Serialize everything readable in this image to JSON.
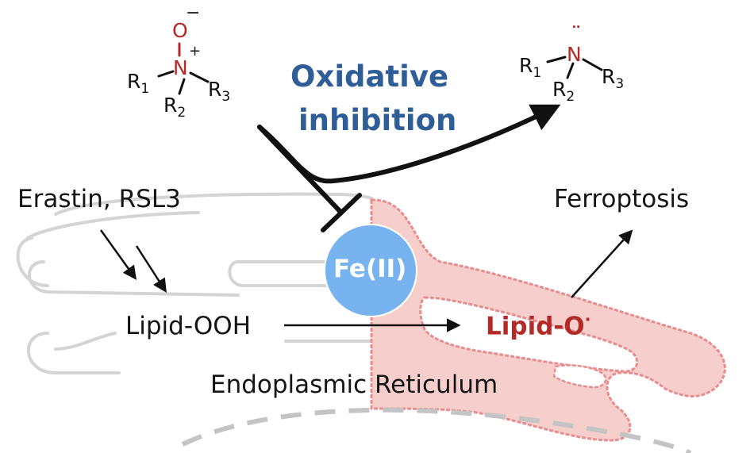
{
  "colors": {
    "oxide_red": "#b42a27",
    "blue_text": "#2f5d98",
    "fe_circle": "#77b4ef",
    "er_pink": "#f6cfcd",
    "er_outline": "#e88d8d",
    "er_gray": "#d4d4d4"
  },
  "reactant": {
    "oxygen": "O",
    "charge_minus": "−",
    "nitrogen": "N",
    "charge_plus": "+",
    "r1": "R",
    "r1_sub": "1",
    "r2": "R",
    "r2_sub": "2",
    "r3": "R",
    "r3_sub": "3"
  },
  "product": {
    "lone_pair": "¨",
    "nitrogen": "N",
    "r1": "R",
    "r1_sub": "1",
    "r2": "R",
    "r2_sub": "2",
    "r3": "R",
    "r3_sub": "3"
  },
  "labels": {
    "oxidative_line1": "Oxidative",
    "oxidative_line2": "inhibition",
    "erastin": "Erastin, RSL3",
    "lipid_ooh": "Lipid-OOH",
    "lipid_o": "Lipid-O",
    "radical_dot": "·",
    "ferroptosis": "Ferroptosis",
    "fe": "Fe(II)",
    "er": "Endoplasmic Reticulum"
  }
}
